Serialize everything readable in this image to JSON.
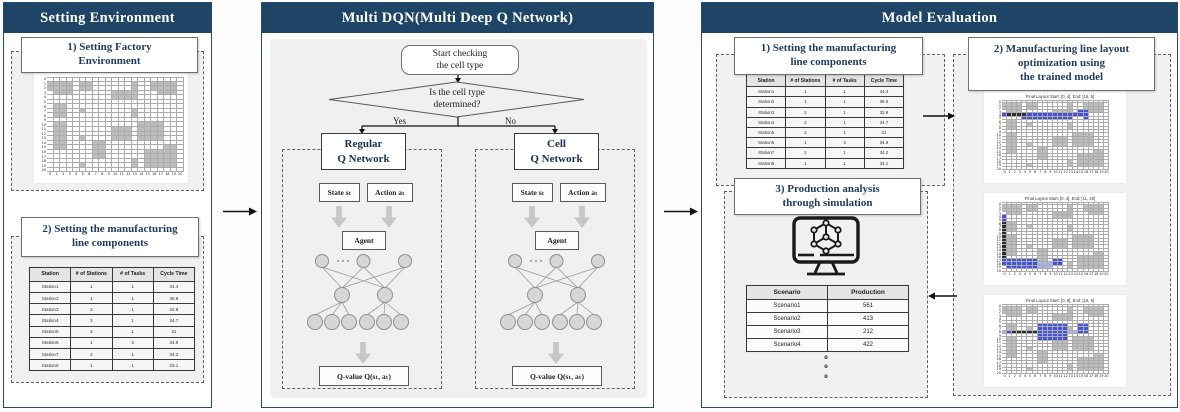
{
  "colors": {
    "navy": "#1e4566",
    "light_gray": "#f0f0f0",
    "gray_cell": "#bdbdbd",
    "blue_cell": "#4353d9",
    "black_cell": "#2f2f2f",
    "light_blue_cell": "#aab4ec"
  },
  "panels": {
    "left": {
      "title": "Setting Environment",
      "step1_title": "1) Setting Factory\nEnvironment",
      "step2_title": "2) Setting the manufacturing\nline components"
    },
    "middle": {
      "title": "Multi DQN(Multi Deep Q Network)",
      "flow": {
        "start": "Start checking\nthe cell type",
        "decision": "Is the cell type\ndetermined?",
        "yes": "Yes",
        "no": "No"
      },
      "branches": [
        {
          "name": "Regular\nQ Network",
          "state": "State sₜ",
          "action": "Action aₜ",
          "agent": "Agent",
          "qvalue": "Q-value Q(sₜ, aₜ)"
        },
        {
          "name": "Cell\nQ Network",
          "state": "State sₜ",
          "action": "Action aₜ",
          "agent": "Agent",
          "qvalue": "Q-value Q(sₜ, aₜ)"
        }
      ]
    },
    "right": {
      "title": "Model Evaluation",
      "step1_title": "1) Setting the manufacturing\nline components",
      "step2_title": "2) Manufacturing line layout\noptimization using\nthe trained model",
      "step3_title": "3) Production analysis\nthrough simulation",
      "ellipsis": "o\no\no"
    }
  },
  "station_table": {
    "headers": [
      "Station",
      "# of Stations",
      "# of Tasks",
      "Cycle Time"
    ],
    "rows": [
      [
        "Station1",
        "1",
        "1",
        "34.4"
      ],
      [
        "Station2",
        "1",
        "1",
        "38.6"
      ],
      [
        "Station3",
        "2",
        "1",
        "32.8"
      ],
      [
        "Station4",
        "2",
        "1",
        "34.7"
      ],
      [
        "Station5",
        "2",
        "1",
        "31"
      ],
      [
        "Station6",
        "1",
        "3",
        "34.9"
      ],
      [
        "Station7",
        "2",
        "1",
        "34.2"
      ],
      [
        "Station8",
        "1",
        "1",
        "33.1"
      ]
    ]
  },
  "scenario_table": {
    "headers": [
      "Scenario",
      "Production"
    ],
    "rows": [
      [
        "Scenario1",
        "561"
      ],
      [
        "Scenario2",
        "413"
      ],
      [
        "Scenario3",
        "212"
      ],
      [
        "Scenario4",
        "422"
      ]
    ]
  },
  "grids": {
    "palette": {
      ".": "#ffffff",
      "G": "#bdbdbd",
      "B": "#4353d9",
      "K": "#2f2f2f",
      "L": "#aab4ec"
    },
    "factory": {
      "rows": [
        ".....................",
        "GGGG.GG......G..GGGG.",
        "GGGG.GG......G..GGGG.",
        ".GGG......GGGG...GGG.",
        "..........GGGG.......",
        ".....................",
        ".GG..................",
        ".GG..G.......G.......",
        ".GG..........G.......",
        ".....................",
        ".GG...........GGGG...",
        ".GG.......GGG.GGGG...",
        ".GG.......GGG.GGGG...",
        ".GG..G....GGG.GGGG...",
        ".GG....GG............",
        ".GG....GG.........GG.",
        ".......GG......GGGGG.",
        ".......GG......GGGGG.",
        ".............G.GGGGG.",
        ".....G.......G.GGGGG.",
        "....................."
      ]
    },
    "layouts": [
      {
        "title": "Final Layout Start: [0, 4], End: [16, 5]",
        "base": "factory",
        "overlay": [
          "",
          "",
          "",
          "...............BB....",
          "BKKKKBBBBBBBBBBBB....",
          "....BBBBBBBBBB..B....",
          "",
          "",
          "",
          "",
          "",
          "",
          "",
          "",
          "",
          "",
          "",
          "",
          "",
          "",
          ""
        ]
      },
      {
        "title": "Final Layout Start: [0, 4], End: [11, 19]",
        "base": "factory",
        "overlay": [
          "",
          "",
          "",
          "",
          "B....................",
          "B....................",
          "K....................",
          "K....................",
          "K....................",
          "K....................",
          "K....................",
          "K....................",
          "K....................",
          "K....................",
          "K....................",
          "K....................",
          "K....................",
          "BBBBBBB...BB.........",
          "BBBBBBBLLLBB.........",
          ".BBBBBBLLL...........",
          ""
        ]
      },
      {
        "title": "Final Layout Start: [0, 8], End: [16, 6]",
        "base": "factory",
        "overlay": [
          "",
          "",
          "",
          "",
          "",
          "",
          ".......BBBBBB..BB....",
          ".......BBBBBB..BB....",
          "LBKKKKKBBBBBBLLBB....",
          ".......BBBBBB........",
          ".......BBBBBB........",
          "",
          "",
          "",
          "",
          "",
          "",
          "",
          "",
          "",
          ""
        ]
      }
    ]
  }
}
